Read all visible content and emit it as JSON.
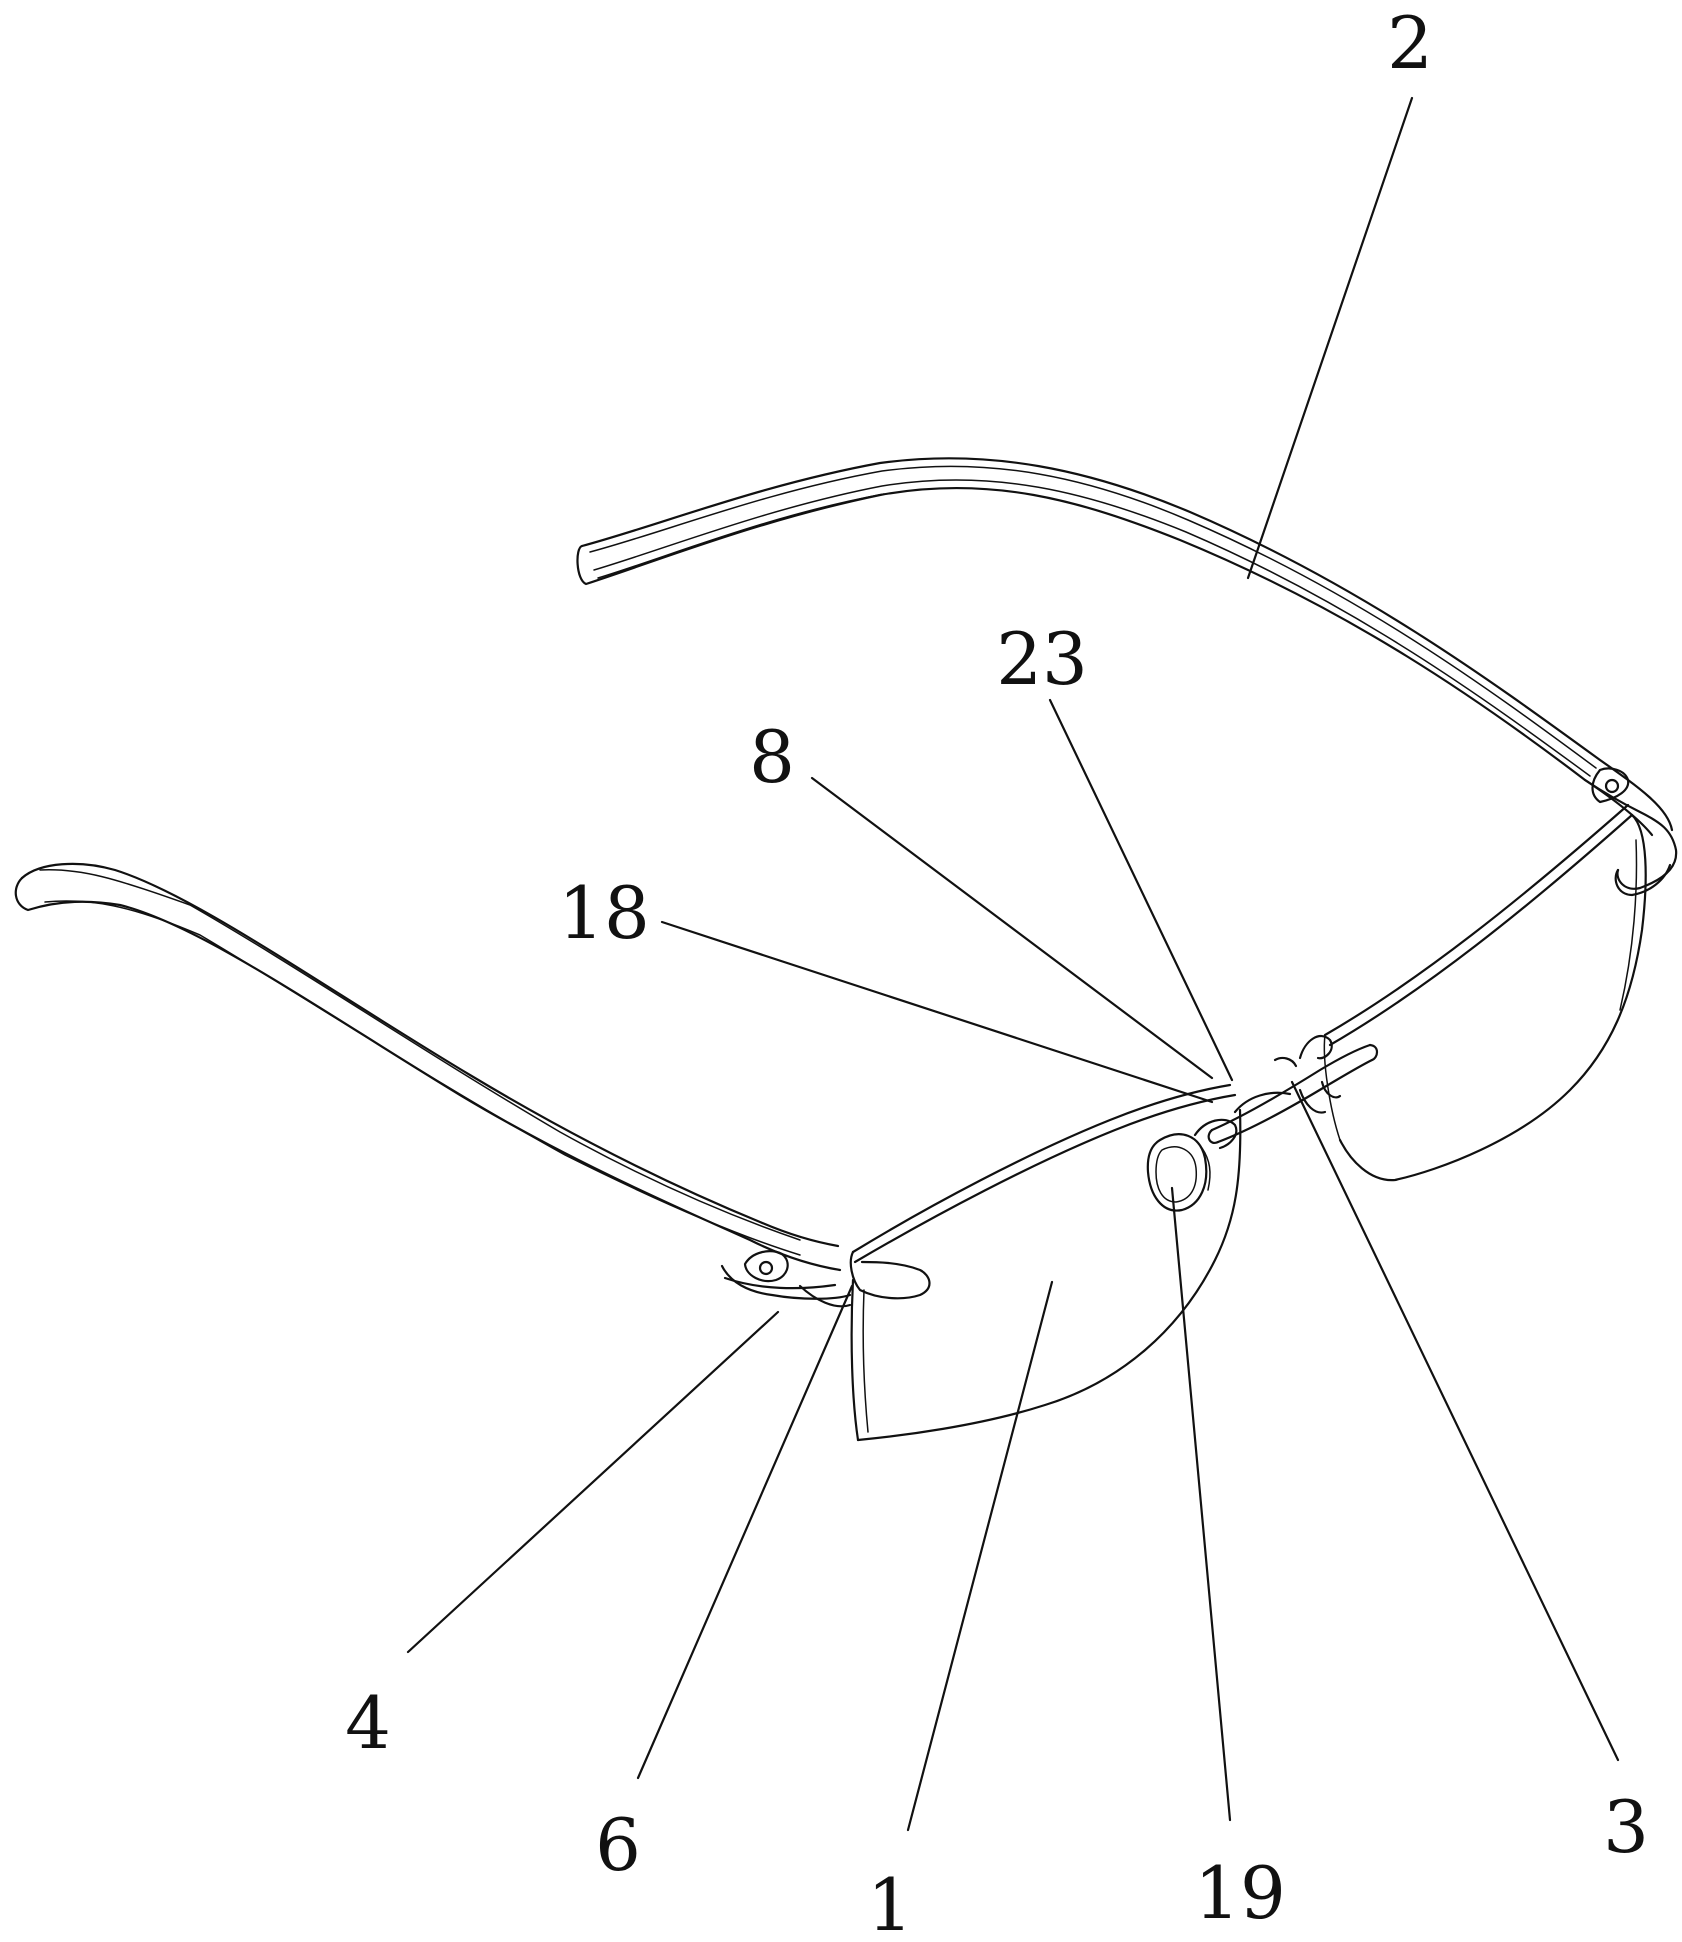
{
  "diagram": {
    "reference_numerals": [
      {
        "id": "label-2",
        "text": "2"
      },
      {
        "id": "label-23",
        "text": "23"
      },
      {
        "id": "label-8",
        "text": "8"
      },
      {
        "id": "label-18",
        "text": "18"
      },
      {
        "id": "label-4",
        "text": "4"
      },
      {
        "id": "label-6",
        "text": "6"
      },
      {
        "id": "label-1",
        "text": "1"
      },
      {
        "id": "label-19",
        "text": "19"
      },
      {
        "id": "label-3",
        "text": "3"
      }
    ]
  },
  "colors": {
    "ink": "#111111",
    "paper": "#ffffff"
  }
}
